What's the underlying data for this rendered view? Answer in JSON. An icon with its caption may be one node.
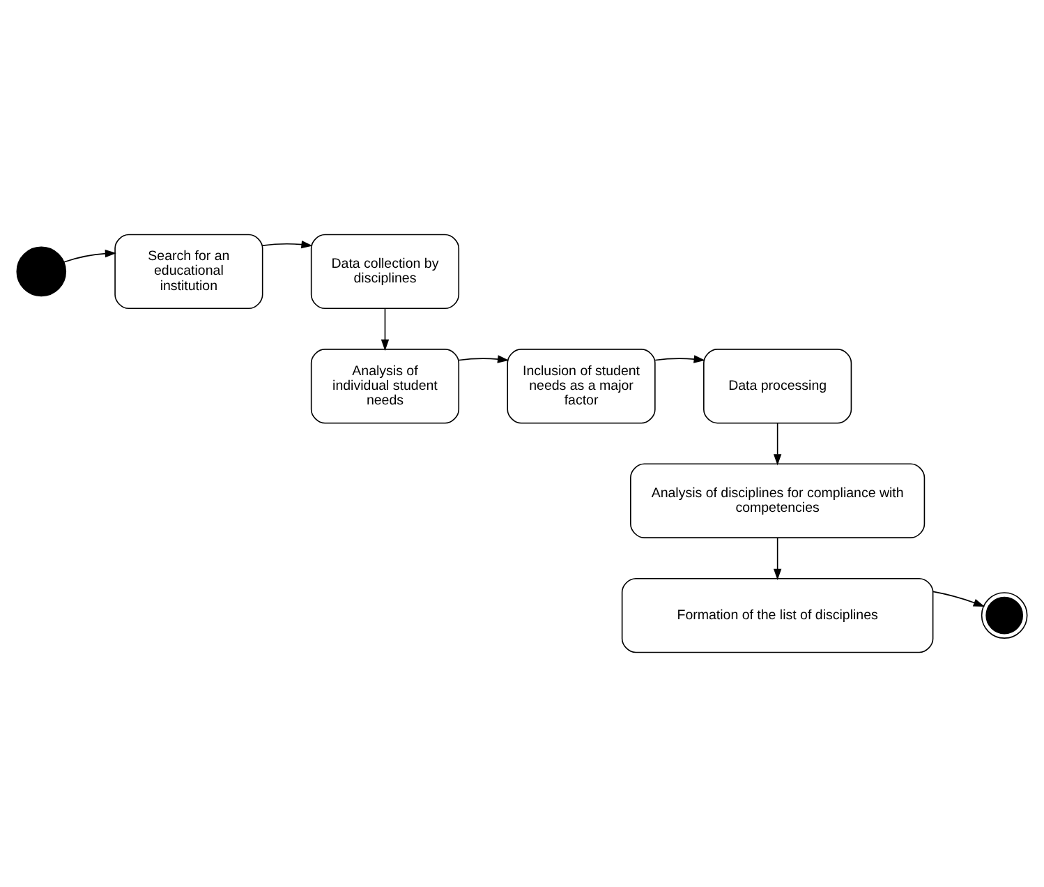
{
  "diagram": {
    "nodes": [
      {
        "text": [],
        "shape": "circle"
      },
      {
        "text": [
          "Search for an educational institution"
        ]
      },
      {
        "text": [
          "Data collection by disciplines"
        ]
      },
      {
        "text": [
          "Analysis of individual student needs"
        ]
      },
      {
        "text": [
          "Inclusion of student needs as a major factor"
        ]
      },
      {
        "text": [
          "Data processing"
        ]
      },
      {
        "text": [
          "Analysis of disciplines for compliance with competencies"
        ]
      },
      {
        "text": [
          "Formation of the list of disciplines"
        ]
      },
      {
        "text": [],
        "shape": "circle"
      }
    ],
    "edges": [
      {
        "from": 0,
        "to": 1,
        "arrow": "to"
      },
      {
        "from": 1,
        "to": 2,
        "arrow": "to"
      },
      {
        "from": 2,
        "to": 3,
        "arrow": "to"
      },
      {
        "from": 3,
        "to": 4,
        "arrow": "to"
      },
      {
        "from": 4,
        "to": 5,
        "arrow": "to"
      },
      {
        "from": 5,
        "to": 6,
        "arrow": "to"
      },
      {
        "from": 6,
        "to": 7,
        "arrow": "to"
      },
      {
        "from": 7,
        "to": 8,
        "arrow": "to"
      }
    ]
  }
}
